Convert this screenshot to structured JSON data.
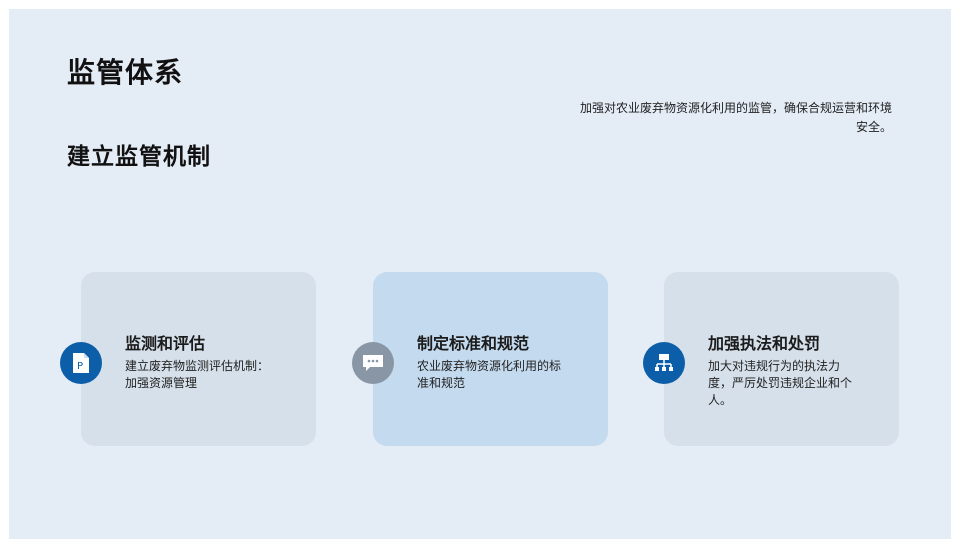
{
  "slide": {
    "title": "监管体系",
    "subtitle": "建立监管机制",
    "description": "加强对农业废弃物资源化利用的监管，确保合规运营和环境安全。"
  },
  "cards": [
    {
      "title": "监测和评估",
      "text": "建立废弃物监测评估机制：加强资源管理",
      "icon": "document-p-icon",
      "icon_color": "#0d5ea8"
    },
    {
      "title": "制定标准和规范",
      "text": "农业废弃物资源化利用的标准和规范",
      "icon": "chat-bubble-icon",
      "icon_color": "#8896a6"
    },
    {
      "title": "加强执法和处罚",
      "text": "加大对违规行为的执法力度，严厉处罚违规企业和个人。",
      "icon": "org-chart-icon",
      "icon_color": "#0d5ea8"
    }
  ],
  "colors": {
    "background": "#e4ecf6",
    "card": "#d6e0ea",
    "card_highlight": "#c4daee",
    "accent": "#0d5ea8"
  }
}
